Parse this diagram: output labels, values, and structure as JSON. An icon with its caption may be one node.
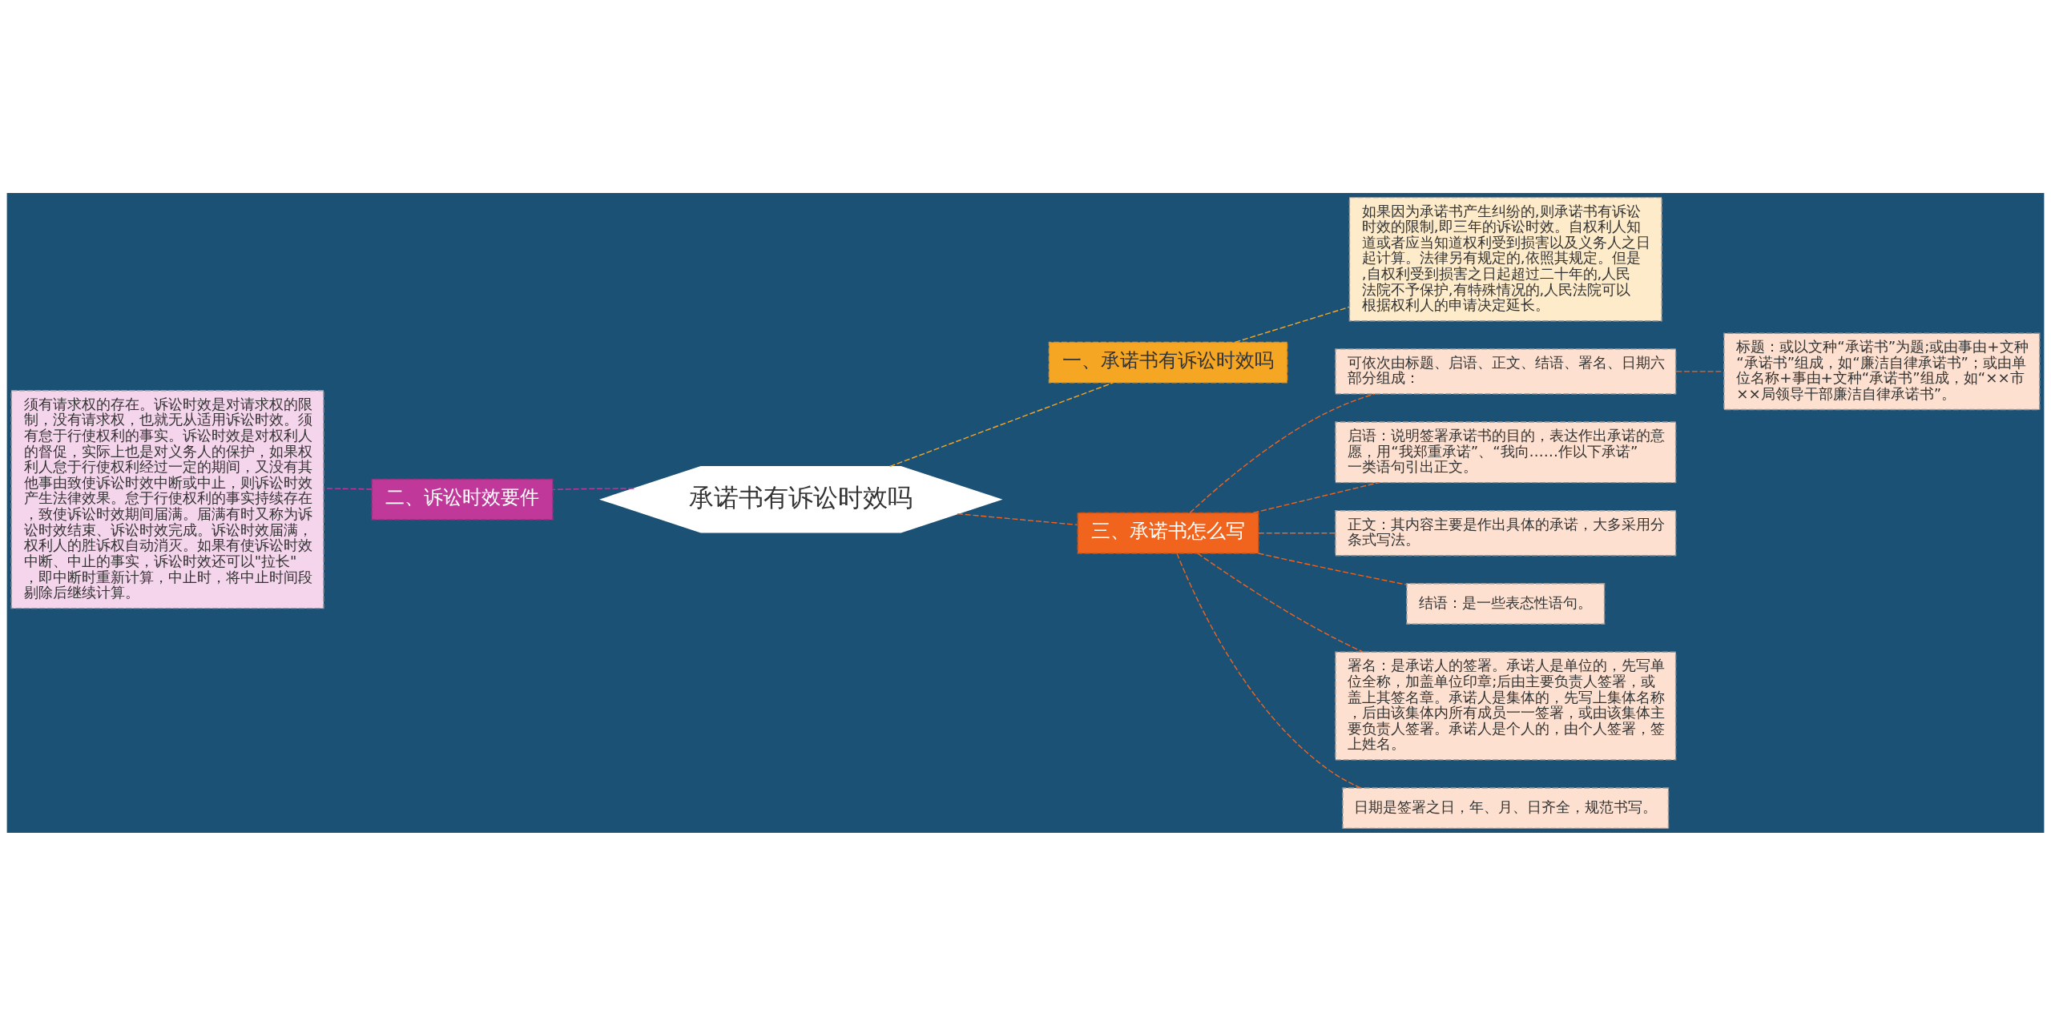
{
  "diagram": {
    "nodes": [
      {
        "text": [
          "承诺书有诉讼时效吗"
        ]
      },
      {
        "text": [
          "一、承诺书有诉讼时效吗"
        ]
      },
      {
        "text": [
          "如果因为承诺书产生纠纷的,则承诺书有诉讼时效的限制,即三年的诉讼时效。自权利人知道或者应当知道权利受到损害以及义务人之日起计算。法律另有规定的,依照其规定。但是,自权利受到损害之日起超过二十年的,人民法院不予保护,有特殊情况的,人民法院可以根据权利人的申请决定延长。"
        ]
      },
      {
        "text": [
          "二、诉讼时效要件"
        ]
      },
      {
        "text": [
          "须有请求权的存在。诉讼时效是对请求权的限制，没有请求权，也就无从适用诉讼时效。须有怠于行使权利的事实。诉讼时效是对权利人的督促，实际上也是对义务人的保护，如果权利人怠于行使权利经过一定的期间，又没有其他事由致使诉讼时效中断或中止，则诉讼时效产生法律效果。怠于行使权利的事实持续存在，致使诉讼时效期间届满。届满有时又称为诉讼时效结束、诉讼时效完成。诉讼时效届满，权利人的胜诉权自动消灭。如果有使诉讼时效中断、中止的事实，诉讼时效还可以\"拉长\"，即中断时重新计算，中止时，将中止时间段剔除后继续计算。"
        ]
      },
      {
        "text": [
          "三、承诺书怎么写"
        ]
      },
      {
        "text": [
          "可依次由标题、启语、正文、结语、署名、日期六部分组成："
        ]
      },
      {
        "text": [
          "标题：或以文种“承诺书”为题;或由事由+文种“承诺书”组成，如“廉洁自律承诺书”；或由单位名称+事由+文种“承诺书”组成，如“××市××局领导干部廉洁自律承诺书”。"
        ]
      },
      {
        "text": [
          "启语：说明签署承诺书的目的，表达作出承诺的意愿，用“我郑重承诺”、“我向……作以下承诺”一类语句引出正文。"
        ]
      },
      {
        "text": [
          "正文：其内容主要是作出具体的承诺，大多采用分条式写法。"
        ]
      },
      {
        "text": [
          "结语：是一些表态性语句。"
        ]
      },
      {
        "text": [
          "署名：是承诺人的签署。承诺人是单位的，先写单位全称，加盖单位印章;后由主要负责人签署，或盖上其签名章。承诺人是集体的，先写上集体名称，后由该集体内所有成员一一签署，或由该集体主要负责人签署。承诺人是个人的，由个人签署，签上姓名。"
        ]
      },
      {
        "text": [
          "日期是签署之日，年、月、日齐全，规范书写。"
        ]
      }
    ],
    "edges": [
      {
        "from": 0,
        "to": 1,
        "arrow": "none",
        "style": "dashed",
        "color": "#f5a623"
      },
      {
        "from": 1,
        "to": 2,
        "arrow": "none",
        "style": "dashed",
        "color": "#f5a623"
      },
      {
        "from": 0,
        "to": 3,
        "arrow": "none",
        "style": "dashed",
        "color": "#c0399a"
      },
      {
        "from": 3,
        "to": 4,
        "arrow": "none",
        "style": "dashed",
        "color": "#c0399a"
      },
      {
        "from": 0,
        "to": 5,
        "arrow": "none",
        "style": "dashed"
      },
      {
        "from": 5,
        "to": 6,
        "arrow": "none",
        "style": "dashed"
      },
      {
        "from": 6,
        "to": 7,
        "arrow": "none",
        "style": "dashed"
      },
      {
        "from": 5,
        "to": 8,
        "arrow": "none",
        "style": "dashed"
      },
      {
        "from": 5,
        "to": 9,
        "arrow": "none",
        "style": "dashed"
      },
      {
        "from": 5,
        "to": 10,
        "arrow": "none",
        "style": "dashed"
      },
      {
        "from": 5,
        "to": 11,
        "arrow": "none",
        "style": "dashed"
      },
      {
        "from": 5,
        "to": 12,
        "arrow": "none",
        "style": "dashed"
      }
    ]
  }
}
